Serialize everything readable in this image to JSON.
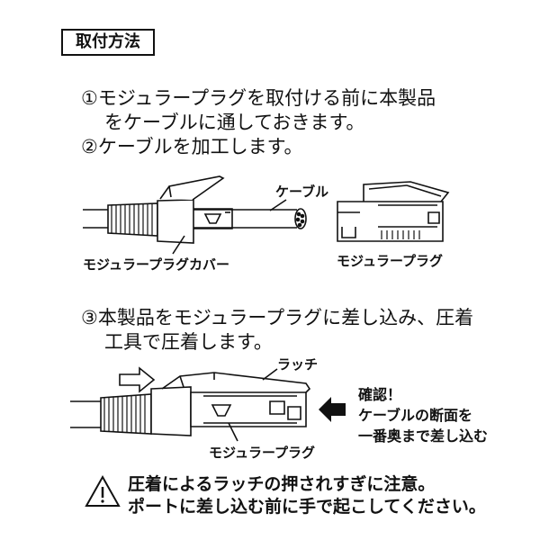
{
  "title": "取付方法",
  "steps": {
    "s1_line1": "①モジュラープラグを取付ける前に本製品",
    "s1_line2": "をケーブルに通しておきます。",
    "s2": "②ケーブルを加工します。",
    "s3_line1": "③本製品をモジュラープラグに差し込み、圧着",
    "s3_line2": "工具で圧着します。"
  },
  "fig1": {
    "cable_label": "ケーブル",
    "cover_label": "モジュラープラグカバー",
    "plug_label": "モジュラープラグ"
  },
  "fig2": {
    "latch_label": "ラッチ",
    "plug_label": "モジュラープラグ",
    "confirm_title": "確認！",
    "confirm_line1": "ケーブルの断面を",
    "confirm_line2": "一番奥まで差し込む"
  },
  "warning": {
    "icon": "warning-triangle-icon",
    "line1": "圧着によるラッチの押されすぎに注意。",
    "line2": "ポートに差し込む前に手で起こしてください。"
  }
}
